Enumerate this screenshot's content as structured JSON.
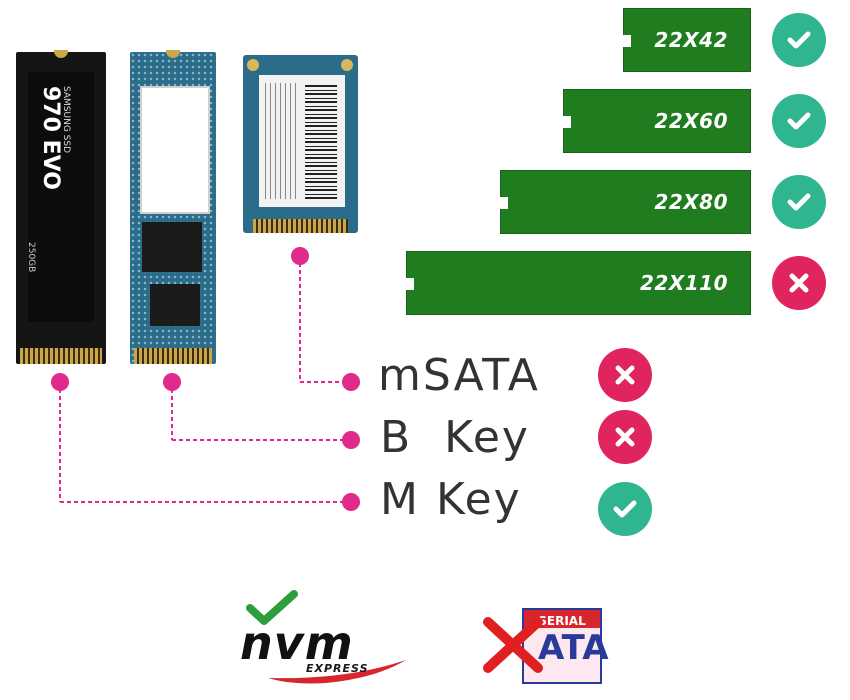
{
  "colors": {
    "board_green": "#1f7d1f",
    "ok_green": "#2fb58f",
    "bad_red": "#e0245e",
    "connector_pink": "#e02a8c"
  },
  "drives": [
    {
      "name": "samsung-970-evo",
      "brand": "SAMSUNG SSD",
      "model": "970 EVO",
      "capacity": "250GB"
    },
    {
      "name": "b-key-ssd"
    },
    {
      "name": "msata-ssd"
    }
  ],
  "lengths": [
    {
      "label": "22X42",
      "supported": true
    },
    {
      "label": "22X60",
      "supported": true
    },
    {
      "label": "22X80",
      "supported": true
    },
    {
      "label": "22X110",
      "supported": false
    }
  ],
  "keys": [
    {
      "label": "mSATA",
      "supported": false
    },
    {
      "label": "B  Key",
      "supported": false
    },
    {
      "label": "M Key",
      "supported": true
    }
  ],
  "logos": {
    "nvm": {
      "text": "nvm",
      "sub": "EXPRESS",
      "supported": true
    },
    "sata": {
      "top": "SERIAL",
      "main": "ATA",
      "supported": false
    }
  }
}
